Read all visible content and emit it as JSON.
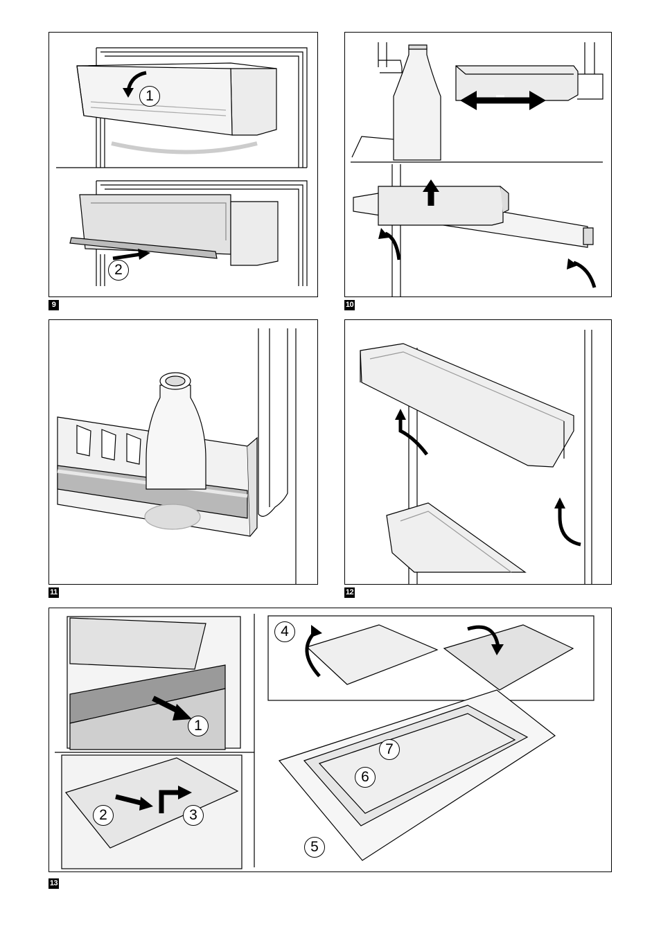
{
  "figures": [
    {
      "id": "fig9",
      "label": "9",
      "steps": [
        "1",
        "2"
      ],
      "arrow_icons": [
        "curved-arrow-icon",
        "straight-arrow-icon"
      ]
    },
    {
      "id": "fig10",
      "label": "10",
      "arrow_icons": [
        "double-arrow-icon",
        "up-arrow-icon",
        "curved-arrow-icon"
      ]
    },
    {
      "id": "fig11",
      "label": "11"
    },
    {
      "id": "fig12",
      "label": "12",
      "arrow_icons": [
        "curved-up-arrow-icon"
      ]
    },
    {
      "id": "fig13",
      "label": "13",
      "steps": [
        "1",
        "2",
        "3",
        "4",
        "5",
        "6",
        "7"
      ],
      "arrow_icons": [
        "straight-arrow-icon",
        "curved-arrow-icon",
        "rotate-arrow-icon",
        "flip-arrow-icon"
      ]
    }
  ],
  "colors": {
    "line": "#000000",
    "shade_light": "#ececec",
    "shade_mid": "#c8c8c8",
    "shade_dark": "#8a8a8a",
    "arrow": "#000000"
  }
}
